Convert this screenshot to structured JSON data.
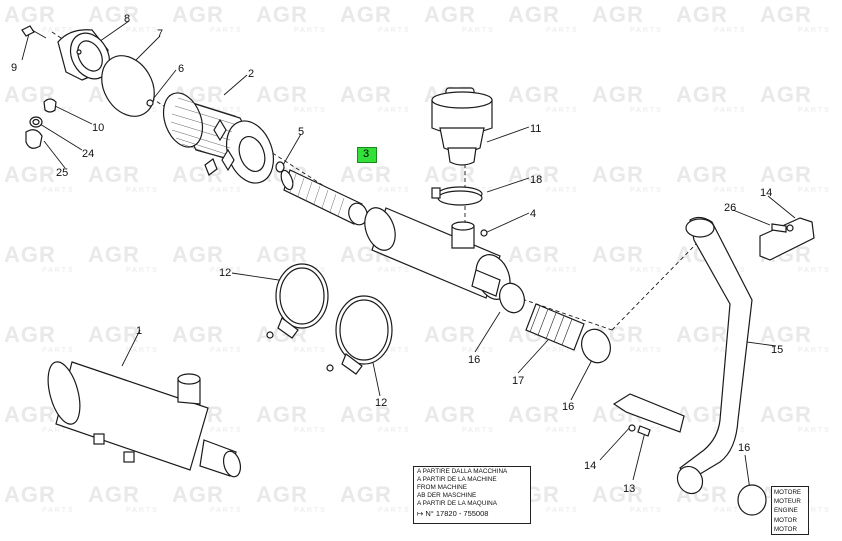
{
  "watermark": {
    "brand": "AGR",
    "sub": "PARTS"
  },
  "highlighted_callout": "3",
  "callouts": {
    "c1": "1",
    "c2": "2",
    "c4": "4",
    "c5": "5",
    "c6": "6",
    "c7": "7",
    "c8": "8",
    "c9": "9",
    "c10": "10",
    "c11": "11",
    "c12a": "12",
    "c12b": "12",
    "c13": "13",
    "c14a": "14",
    "c14b": "14",
    "c15": "15",
    "c16a": "16",
    "c16b": "16",
    "c16c": "16",
    "c17": "17",
    "c18": "18",
    "c24": "24",
    "c25": "25",
    "c26": "26"
  },
  "note_box": {
    "lines": [
      "A PARTIRE DALLA MACCHINA",
      "A PARTIR DE LA MACHINE",
      "FROM MACHINE",
      "AB DER MASCHINE",
      "A PARTIR DE LA MAQUINA"
    ],
    "serial": "N° 17820 - 755008"
  },
  "engine_box": {
    "lines": [
      "MOTORE",
      "MOTEUR",
      "ENGINE",
      "MOTOR",
      "MOTOR"
    ]
  }
}
